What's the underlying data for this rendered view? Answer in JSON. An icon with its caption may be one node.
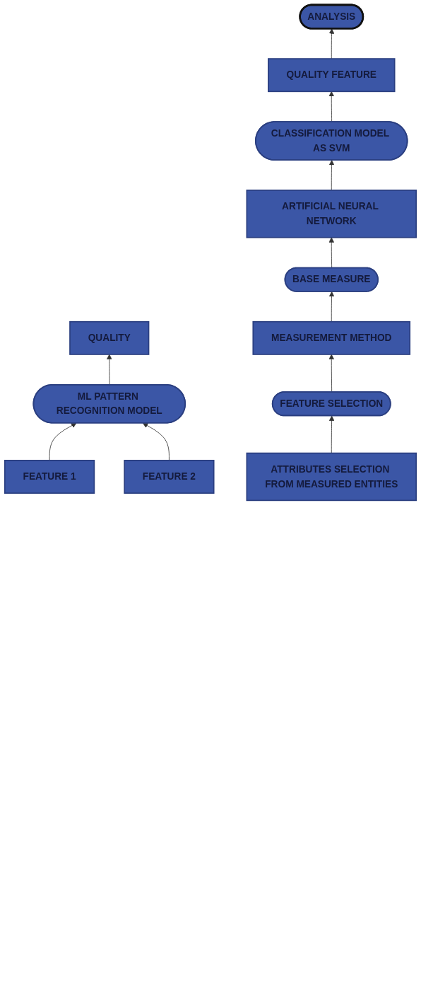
{
  "diagram": {
    "nodes": [
      {
        "text": [
          "QUALITY"
        ]
      },
      {
        "text": [
          "ML PATTERN RECOGNITION MODEL"
        ]
      },
      {
        "text": [
          "FEATURE 1"
        ]
      },
      {
        "text": [
          "FEATURE 2"
        ]
      },
      {
        "text": [
          "ANALYSIS"
        ]
      },
      {
        "text": [
          "QUALITY FEATURE"
        ]
      },
      {
        "text": [
          "CLASSIFICATION MODEL AS SVM"
        ]
      },
      {
        "text": [
          "ARTIFICIAL NEURAL NETWORK"
        ]
      },
      {
        "text": [
          "BASE MEASURE"
        ]
      },
      {
        "text": [
          "MEASUREMENT METHOD"
        ]
      },
      {
        "text": [
          "FEATURE SELECTION"
        ]
      },
      {
        "text": [
          "ATTRIBUTES SELECTION FROM MEASURED ENTITIES"
        ]
      }
    ],
    "edges": [
      {
        "from": 1,
        "to": 0,
        "arrow": "to"
      },
      {
        "from": 2,
        "to": 1,
        "arrow": "to"
      },
      {
        "from": 3,
        "to": 1,
        "arrow": "to"
      },
      {
        "from": 5,
        "to": 4,
        "arrow": "to"
      },
      {
        "from": 6,
        "to": 5,
        "arrow": "to"
      },
      {
        "from": 7,
        "to": 6,
        "arrow": "to"
      },
      {
        "from": 8,
        "to": 7,
        "arrow": "to"
      },
      {
        "from": 9,
        "to": 8,
        "arrow": "to"
      },
      {
        "from": 10,
        "to": 9,
        "arrow": "to"
      },
      {
        "from": 11,
        "to": 10,
        "arrow": "to"
      }
    ]
  }
}
